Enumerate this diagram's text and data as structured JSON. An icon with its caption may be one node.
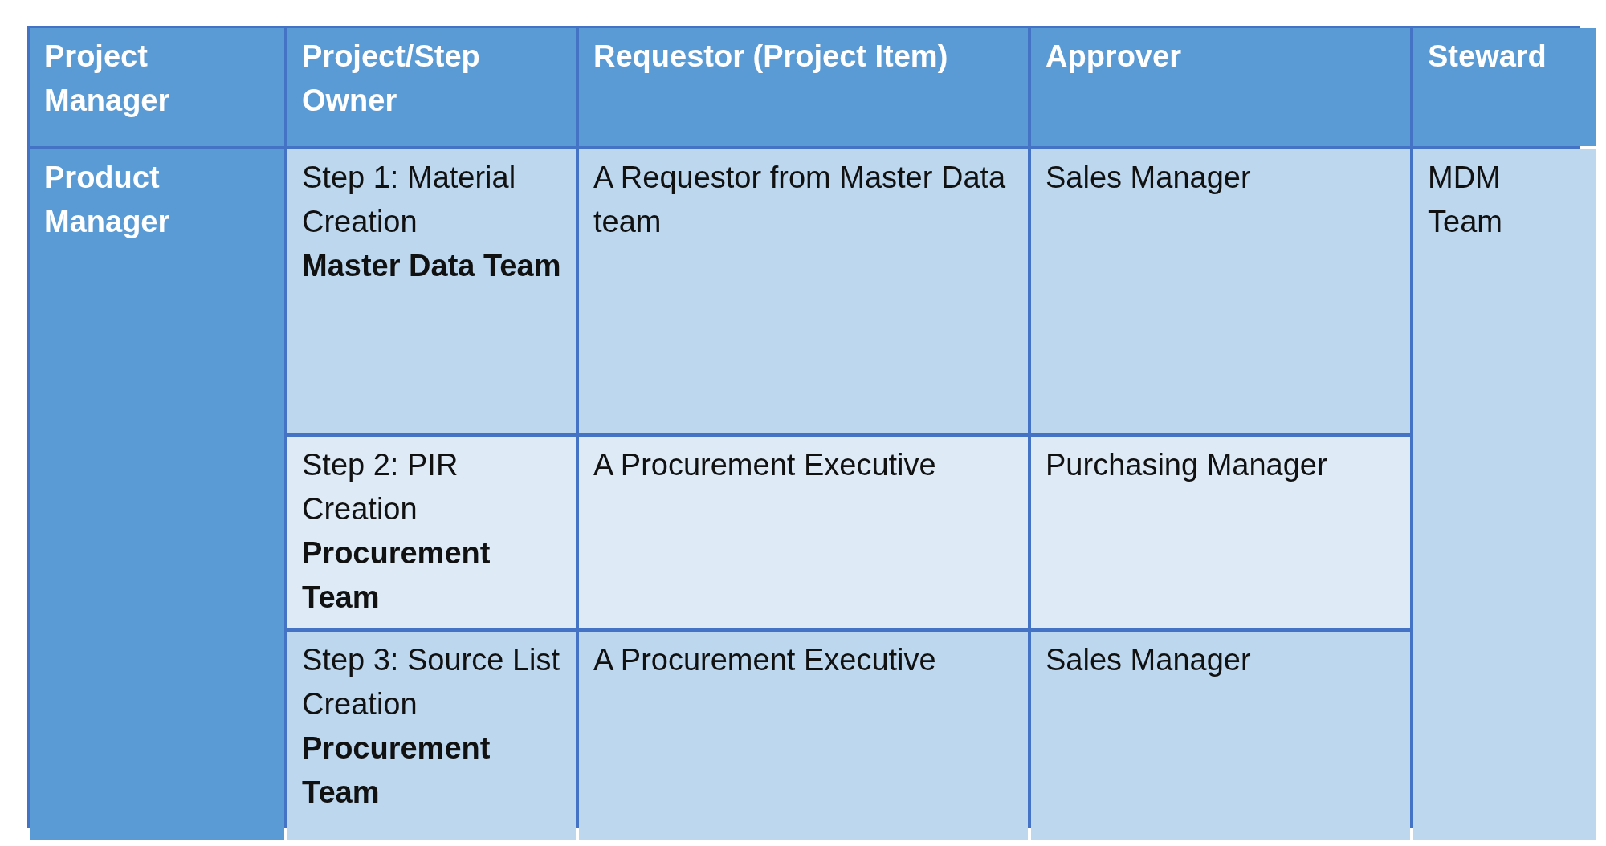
{
  "diagram": {
    "labels": [
      "Project Manager",
      "Project/Step Owner",
      "Requestor (Project Item)",
      "Approver",
      "Steward",
      "Product Manager",
      "Step 1: Material Creation",
      "Master Data Team",
      "A Requestor from Master Data team",
      "Sales Manager",
      "MDM Team",
      "Step 2: PIR Creation",
      "Procurement Team",
      "A Procurement Executive",
      "Purchasing Manager",
      "Step 3: Source List Creation",
      "Procurement Team",
      "A Procurement Executive",
      "Sales Manager"
    ]
  }
}
